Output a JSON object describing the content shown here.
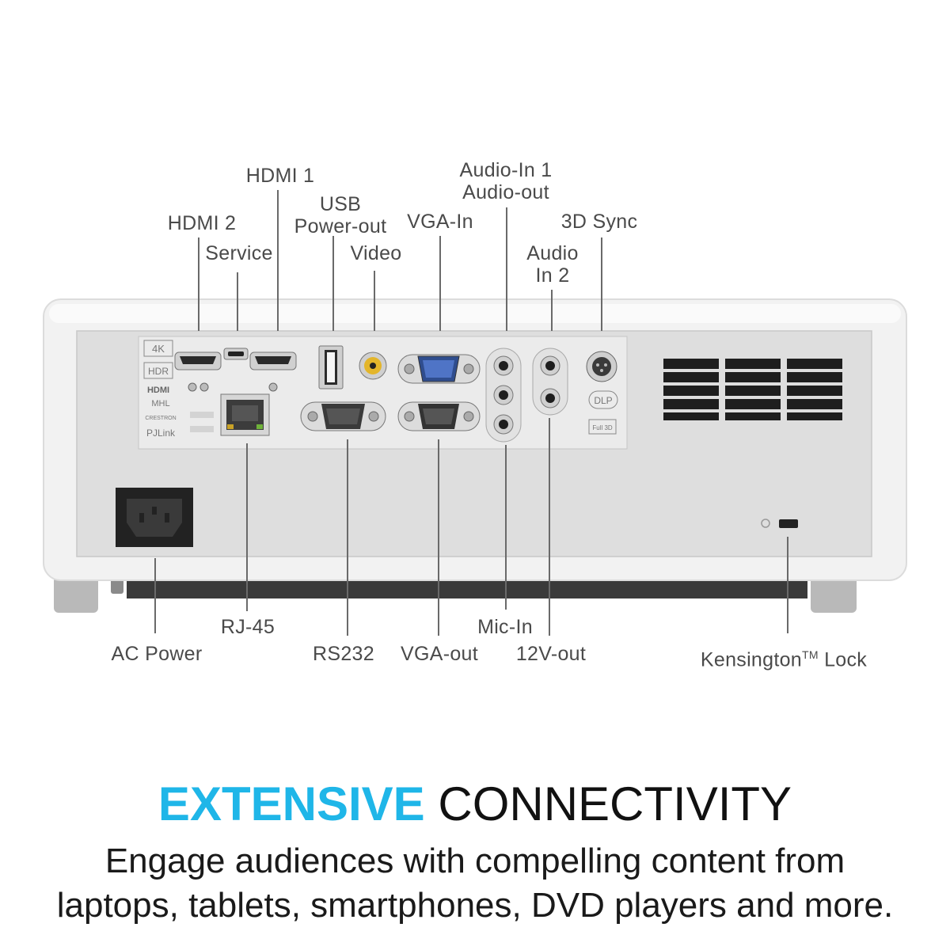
{
  "labels": {
    "hdmi1": "HDMI 1",
    "hdmi2": "HDMI 2",
    "service": "Service",
    "usb_line1": "USB",
    "usb_line2": "Power-out",
    "video": "Video",
    "vga_in": "VGA-In",
    "audio_in1": "Audio-In 1",
    "audio_out": "Audio-out",
    "audio_in2_line1": "Audio",
    "audio_in2_line2": "In 2",
    "sync3d": "3D Sync",
    "ac_power": "AC Power",
    "rj45": "RJ-45",
    "rs232": "RS232",
    "vga_out": "VGA-out",
    "mic_in": "Mic-In",
    "v12_out": "12V-out",
    "kensington": "Kensington",
    "kensington_tm": "TM",
    "kensington_lock": " Lock"
  },
  "panel_print": {
    "k4": "4K",
    "hdr": "HDR",
    "hdmi_logo": "HDMI",
    "mhl": "MHL",
    "crestron": "CRESTRON",
    "pjlink": "PJLink",
    "dlp": "DLP",
    "full3d": "Full 3D"
  },
  "headline": {
    "accent": "EXTENSIVE",
    "rest": "CONNECTIVITY"
  },
  "tagline": {
    "line1": "Engage audiences with compelling content from",
    "line2": "laptops, tablets, smartphones, DVD players and more."
  },
  "colors": {
    "accent": "#1fb6e8",
    "label_text": "#4a4a4a",
    "body_text": "#1a1a1a"
  }
}
